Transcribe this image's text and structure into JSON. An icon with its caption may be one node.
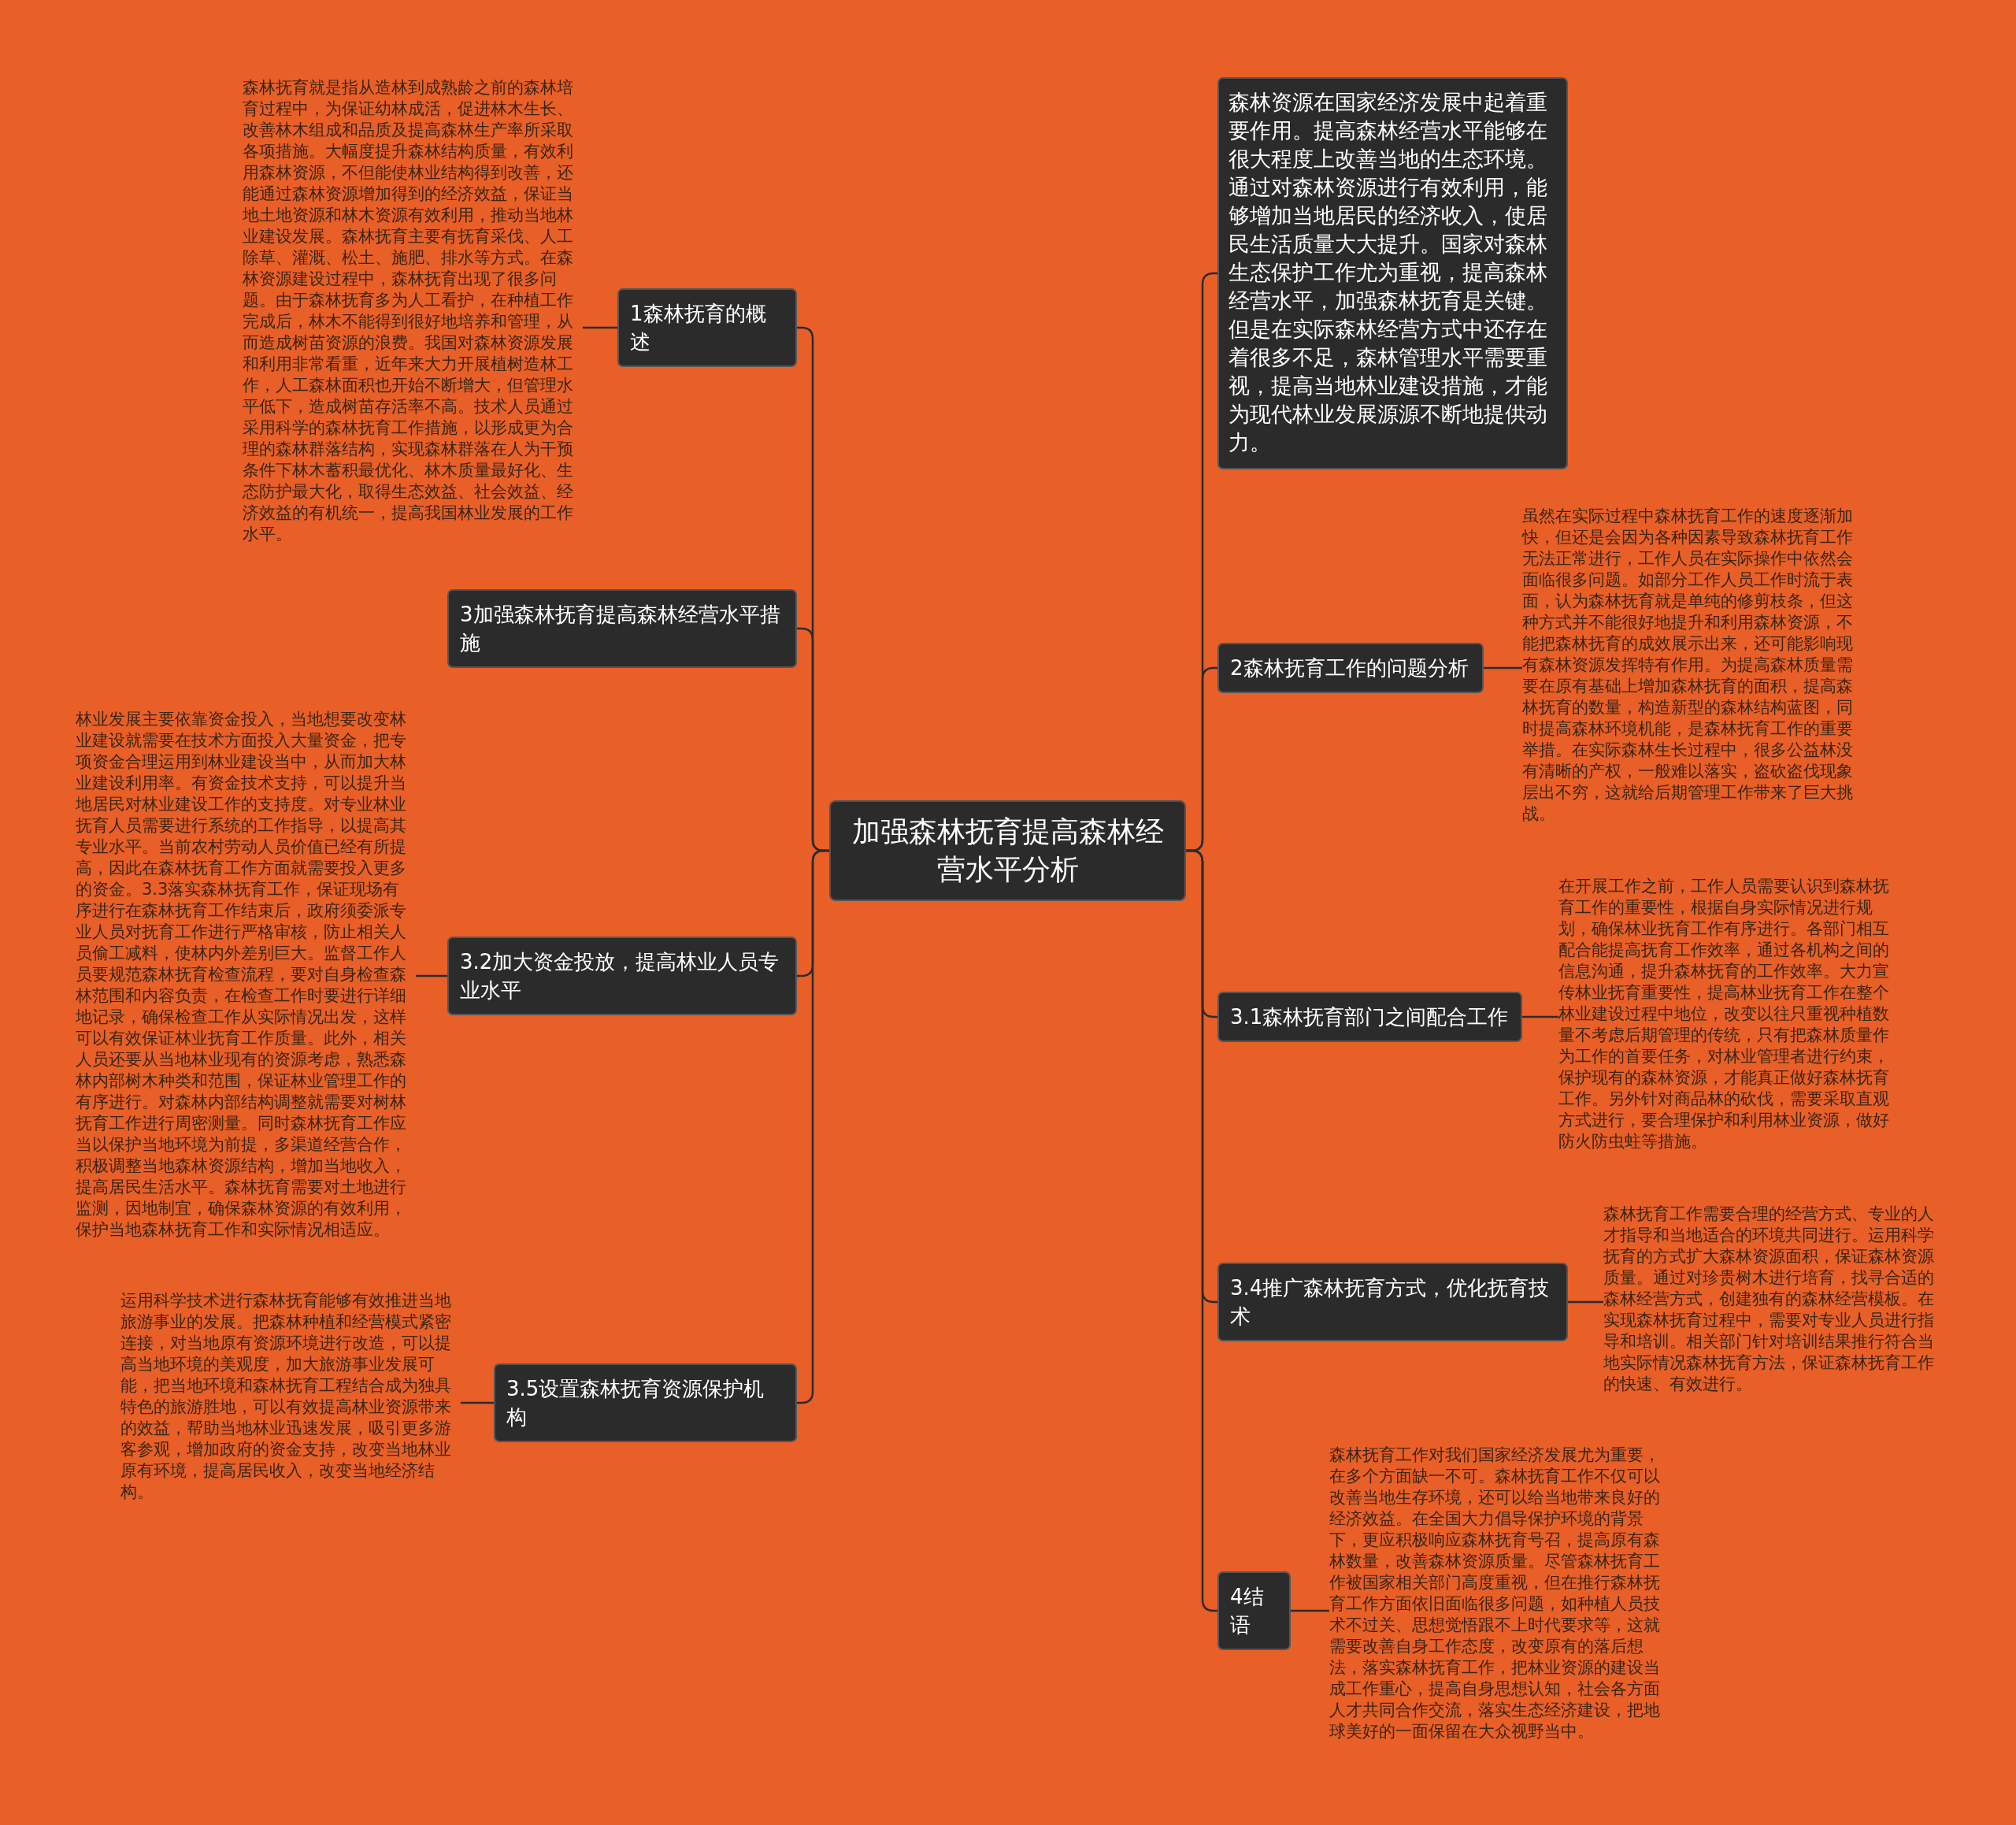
{
  "diagram": {
    "nodes": [
      {
        "text": [
          "加强森林抚育提高森林经营水平分析"
        ]
      },
      {
        "text": [
          "1森林抚育的概述"
        ]
      },
      {
        "text": [
          "森林抚育就是指从造林到成熟龄之前的森林培育过程中，为保证幼林成活，促进林木生长、改善林木组成和品质及提高森林生产率所采取各项措施。大幅度提升森林结构质量，有效利用森林资源，不但能使林业结构得到改善，还能通过森林资源增加得到的经济效益，保证当地土地资源和林木资源有效利用，推动当地林业建设发展。森林抚育主要有抚育采伐、人工除草、灌溉、松土、施肥、排水等方式。在森林资源建设过程中，森林抚育出现了很多问题。由于森林抚育多为人工看护，在种植工作完成后，林木不能得到很好地培养和管理，从而造成树苗资源的浪费。我国对森林资源发展和利用非常看重，近年来大力开展植树造林工作，人工森林面积也开始不断增大，但管理水平低下，造成树苗存活率不高。技术人员通过采用科学的森林抚育工作措施，以形成更为合理的森林群落结构，实现森林群落在人为干预条件下林木蓄积最优化、林木质量最好化、生态防护最大化，取得生态效益、社会效益、经济效益的有机统一，提高我国林业发展的工作水平。"
        ]
      },
      {
        "text": [
          "3加强森林抚育提高森林经营水平措施"
        ]
      },
      {
        "text": [
          "3.2加大资金投放，提高林业人员专业水平"
        ]
      },
      {
        "text": [
          "林业发展主要依靠资金投入，当地想要改变林业建设就需要在技术方面投入大量资金，把专项资金合理运用到林业建设当中，从而加大林业建设利用率。有资金技术支持，可以提升当地居民对林业建设工作的支持度。对专业林业抚育人员需要进行系统的工作指导，以提高其专业水平。当前农村劳动人员价值已经有所提高，因此在森林抚育工作方面就需要投入更多的资金。3.3落实森林抚育工作，保证现场有序进行在森林抚育工作结束后，政府须委派专业人员对抚育工作进行严格审核，防止相关人员偷工减料，使林内外差别巨大。监督工作人员要规范森林抚育检查流程，要对自身检查森林范围和内容负责，在检查工作时要进行详细地记录，确保检查工作从实际情况出发，这样可以有效保证林业抚育工作质量。此外，相关人员还要从当地林业现有的资源考虑，熟悉森林内部树木种类和范围，保证林业管理工作的有序进行。对森林内部结构调整就需要对树林抚育工作进行周密测量。同时森林抚育工作应当以保护当地环境为前提，多渠道经营合作，积极调整当地森林资源结构，增加当地收入，提高居民生活水平。森林抚育需要对土地进行监测，因地制宜，确保森林资源的有效利用，保护当地森林抚育工作和实际情况相适应。"
        ]
      },
      {
        "text": [
          "3.5设置森林抚育资源保护机构"
        ]
      },
      {
        "text": [
          "运用科学技术进行森林抚育能够有效推进当地旅游事业的发展。把森林种植和经营模式紧密连接，对当地原有资源环境进行改造，可以提高当地环境的美观度，加大旅游事业发展可能，把当地环境和森林抚育工程结合成为独具特色的旅游胜地，可以有效提高林业资源带来的效益，帮助当地林业迅速发展，吸引更多游客参观，增加政府的资金支持，改变当地林业原有环境，提高居民收入，改变当地经济结构。"
        ]
      },
      {
        "text": [
          "森林资源在国家经济发展中起着重要作用。提高森林经营水平能够在很大程度上改善当地的生态环境。通过对森林资源进行有效利用，能够增加当地居民的经济收入，使居民生活质量大大提升。国家对森林生态保护工作尤为重视，提高森林经营水平，加强森林抚育是关键。但是在实际森林经营方式中还存在着很多不足，森林管理水平需要重视，提高当地林业建设措施，才能为现代林业发展源源不断地提供动力。"
        ]
      },
      {
        "text": [
          "2森林抚育工作的问题分析"
        ]
      },
      {
        "text": [
          "虽然在实际过程中森林抚育工作的速度逐渐加快，但还是会因为各种因素导致森林抚育工作无法正常进行，工作人员在实际操作中依然会面临很多问题。如部分工作人员工作时流于表面，认为森林抚育就是单纯的修剪枝条，但这种方式并不能很好地提升和利用森林资源，不能把森林抚育的成效展示出来，还可能影响现有森林资源发挥特有作用。为提高森林质量需要在原有基础上增加森林抚育的面积，提高森林抚育的数量，构造新型的森林结构蓝图，同时提高森林环境机能，是森林抚育工作的重要举措。在实际森林生长过程中，很多公益林没有清晰的产权，一般难以落实，盗砍盗伐现象层出不穷，这就给后期管理工作带来了巨大挑战。"
        ]
      },
      {
        "text": [
          "3.1森林抚育部门之间配合工作"
        ]
      },
      {
        "text": [
          "在开展工作之前，工作人员需要认识到森林抚育工作的重要性，根据自身实际情况进行规划，确保林业抚育工作有序进行。各部门相互配合能提高抚育工作效率，通过各机构之间的信息沟通，提升森林抚育的工作效率。大力宣传林业抚育重要性，提高林业抚育工作在整个林业建设过程中地位，改变以往只重视种植数量不考虑后期管理的传统，只有把森林质量作为工作的首要任务，对林业管理者进行约束，保护现有的森林资源，才能真正做好森林抚育工作。另外针对商品林的砍伐，需要采取直观方式进行，要合理保护和利用林业资源，做好防火防虫蛀等措施。"
        ]
      },
      {
        "text": [
          "3.4推广森林抚育方式，优化抚育技术"
        ]
      },
      {
        "text": [
          "森林抚育工作需要合理的经营方式、专业的人才指导和当地适合的环境共同进行。运用科学抚育的方式扩大森林资源面积，保证森林资源质量。通过对珍贵树木进行培育，找寻合适的森林经营方式，创建独有的森林经营模板。在实现森林抚育过程中，需要对专业人员进行指导和培训。相关部门针对培训结果推行符合当地实际情况森林抚育方法，保证森林抚育工作的快速、有效进行。"
        ]
      },
      {
        "text": [
          "4结语"
        ]
      },
      {
        "text": [
          "森林抚育工作对我们国家经济发展尤为重要，在多个方面缺一不可。森林抚育工作不仅可以改善当地生存环境，还可以给当地带来良好的经济效益。在全国大力倡导保护环境的背景下，更应积极响应森林抚育号召，提高原有森林数量，改善森林资源质量。尽管森林抚育工作被国家相关部门高度重视，但在推行森林抚育工作方面依旧面临很多问题，如种植人员技术不过关、思想觉悟跟不上时代要求等，这就需要改善自身工作态度，改变原有的落后想法，落实森林抚育工作，把林业资源的建设当成工作重心，提高自身思想认知，社会各方面人才共同合作交流，落实生态经济建设，把地球美好的一面保留在大众视野当中。"
        ]
      }
    ],
    "edges": [
      {
        "from": 0,
        "to": 1,
        "arrow": "none"
      },
      {
        "from": 1,
        "to": 2,
        "arrow": "none"
      },
      {
        "from": 0,
        "to": 3,
        "arrow": "none"
      },
      {
        "from": 0,
        "to": 4,
        "arrow": "none"
      },
      {
        "from": 4,
        "to": 5,
        "arrow": "none"
      },
      {
        "from": 0,
        "to": 6,
        "arrow": "none"
      },
      {
        "from": 6,
        "to": 7,
        "arrow": "none"
      },
      {
        "from": 0,
        "to": 8,
        "arrow": "none"
      },
      {
        "from": 0,
        "to": 9,
        "arrow": "none"
      },
      {
        "from": 9,
        "to": 10,
        "arrow": "none"
      },
      {
        "from": 0,
        "to": 11,
        "arrow": "none"
      },
      {
        "from": 11,
        "to": 12,
        "arrow": "none"
      },
      {
        "from": 0,
        "to": 13,
        "arrow": "none"
      },
      {
        "from": 13,
        "to": 14,
        "arrow": "none"
      },
      {
        "from": 0,
        "to": 15,
        "arrow": "none"
      },
      {
        "from": 15,
        "to": 16,
        "arrow": "none"
      }
    ]
  }
}
